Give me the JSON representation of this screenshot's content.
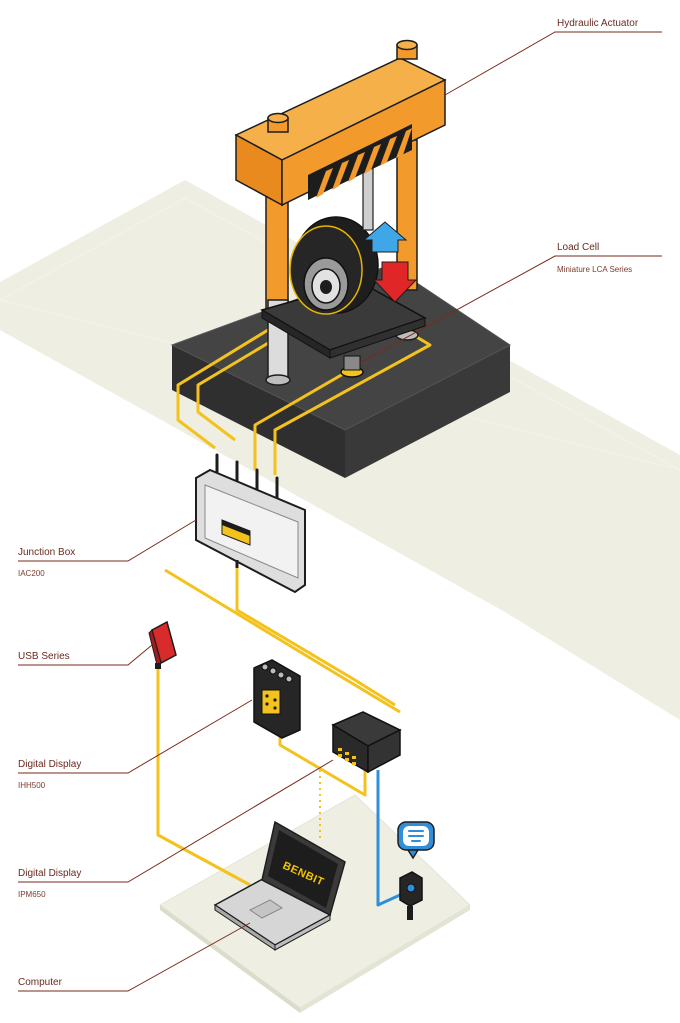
{
  "labels": {
    "hydraulic_actuator": {
      "title": "Hydraulic Actuator",
      "sub": ""
    },
    "load_cell": {
      "title": "Load Cell",
      "sub": "Miniature LCA Series"
    },
    "junction_box": {
      "title": "Junction Box",
      "sub": "IAC200"
    },
    "usb_series": {
      "title": "USB Series",
      "sub": ""
    },
    "digital_display_ihh": {
      "title": "Digital Display",
      "sub": "IHH500"
    },
    "digital_display_ipm": {
      "title": "Digital Display",
      "sub": "IPM650"
    },
    "computer": {
      "title": "Computer",
      "sub": ""
    }
  },
  "laptop_logo": "BENBIT",
  "colors": {
    "cable": "#f4c21d",
    "wireless": "#2f8fd8",
    "leader": "#7a2a1c",
    "actuator": "#f39a2c",
    "base": "#3a3a3a",
    "floor": "#eeeee2"
  },
  "icons": [
    "tire-icon",
    "arrow-up-icon",
    "arrow-down-icon",
    "chat-bubble-icon"
  ]
}
